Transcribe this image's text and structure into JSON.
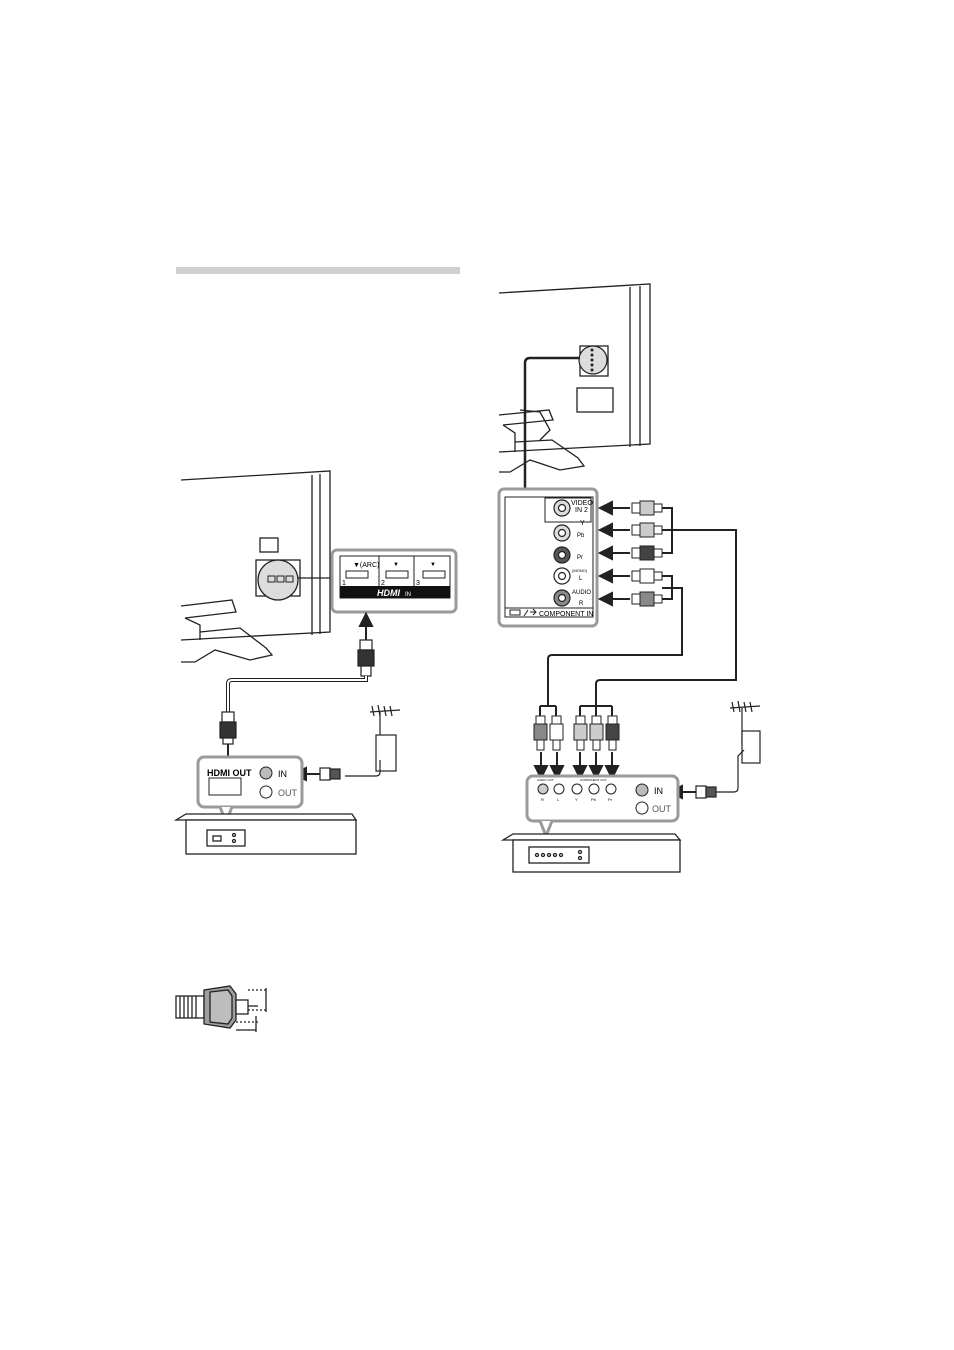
{
  "left_diagram": {
    "hdmi_panel": {
      "arc_label": "▼(ARC)",
      "port_arrow": "▼",
      "port_numbers": [
        "1",
        "2",
        "3"
      ],
      "brand_logo": "HDMI",
      "in_label": "IN"
    },
    "device": {
      "hdmi_out_label": "HDMI OUT",
      "in_label": "IN",
      "out_label": "OUT"
    }
  },
  "right_diagram": {
    "tv_panel": {
      "video_in_label": "VIDEO",
      "in2_label": "IN 2",
      "y_label": "Y",
      "pb_label": "Pb",
      "pr_label": "Pr",
      "mono_label": "(MONO)",
      "l_label": "L",
      "audio_label": "AUDIO",
      "r_label": "R",
      "component_in_label": "COMPONENT IN"
    },
    "device": {
      "audio_out_label": "AUDIO OUT",
      "component_out_label": "COMPONENT OUT",
      "jack_labels": [
        "R",
        "L",
        "Y",
        "Pb",
        "Pr"
      ],
      "in_label": "IN",
      "out_label": "OUT"
    }
  },
  "colors": {
    "line": "#222222",
    "panel_fill": "#ffffff",
    "logo_bar": "#111111",
    "header_bar": "#d0d0d0",
    "callout_border": "#9a9a9a"
  },
  "icons": [
    "tv-outline",
    "hdmi-plug",
    "rca-plug",
    "antenna",
    "coaxial-plug",
    "arrow"
  ]
}
